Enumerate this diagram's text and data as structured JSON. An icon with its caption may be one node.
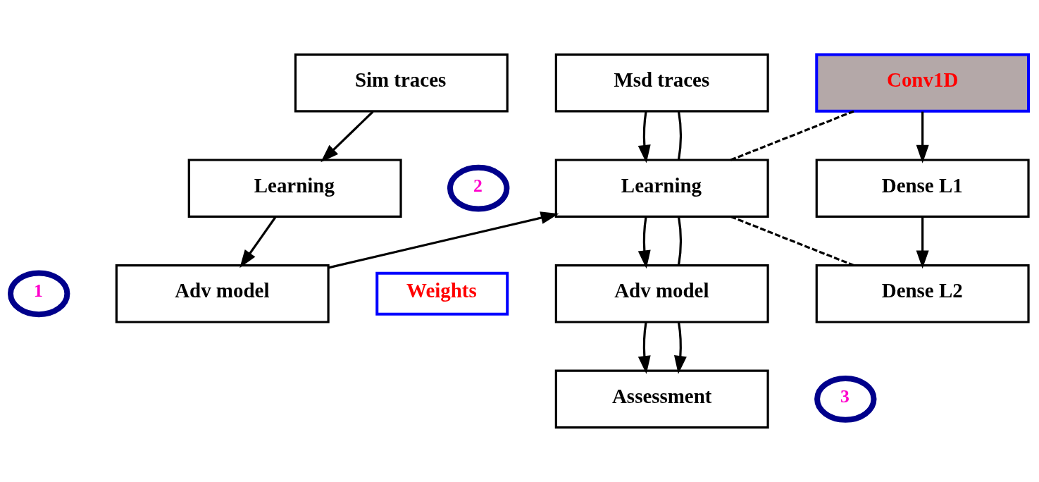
{
  "diagram": {
    "nodes": [
      {
        "text": [
          "Sim traces"
        ]
      },
      {
        "text": [
          "Learning"
        ]
      },
      {
        "text": [
          "1"
        ]
      },
      {
        "text": [
          "Adv model"
        ]
      },
      {
        "text": [
          "2"
        ]
      },
      {
        "text": [
          "Weights"
        ]
      },
      {
        "text": [
          "Msd traces"
        ]
      },
      {
        "text": [
          "Learning"
        ]
      },
      {
        "text": [
          "Adv model"
        ]
      },
      {
        "text": [
          "Assessment"
        ]
      },
      {
        "text": [
          "3"
        ]
      },
      {
        "text": [
          "Conv1D"
        ]
      },
      {
        "text": [
          "Dense L1"
        ]
      },
      {
        "text": [
          "Dense L2"
        ]
      }
    ],
    "edges": [
      {
        "from": 0,
        "to": 1,
        "arrow": "to"
      },
      {
        "from": 1,
        "to": 3,
        "arrow": "to"
      },
      {
        "from": 3,
        "to": 7,
        "arrow": "to"
      },
      {
        "from": 6,
        "to": 7,
        "arrow": "to"
      },
      {
        "from": 6,
        "to": 7,
        "arrow": "none"
      },
      {
        "from": 7,
        "to": 8,
        "arrow": "to"
      },
      {
        "from": 7,
        "to": 8,
        "arrow": "none"
      },
      {
        "from": 8,
        "to": 9,
        "arrow": "to"
      },
      {
        "from": 8,
        "to": 9,
        "arrow": "to"
      },
      {
        "from": 7,
        "to": 11,
        "arrow": "none",
        "style": "dashed"
      },
      {
        "from": 7,
        "to": 13,
        "arrow": "none",
        "style": "dashed"
      },
      {
        "from": 11,
        "to": 12,
        "arrow": "to"
      },
      {
        "from": 12,
        "to": 13,
        "arrow": "to"
      }
    ]
  }
}
